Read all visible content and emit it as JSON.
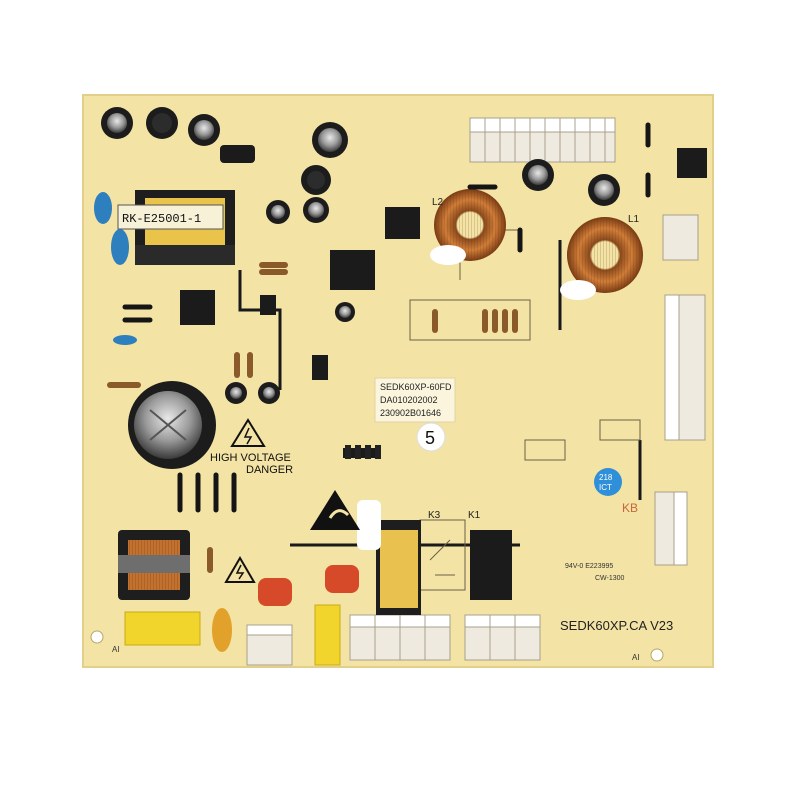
{
  "board": {
    "transformer_label": "RK-E25001-1",
    "part_line_1": "SEDK60XP-60FD",
    "part_line_2": "DA010202002",
    "part_line_3": "230902B01646",
    "number_sticker": "5",
    "model_text": "SEDK60XP.CA  V23",
    "warning_line_1": "HIGH VOLTAGE",
    "warning_line_2": "DANGER",
    "qc_sticker_1": "218",
    "qc_sticker_2": "ICT",
    "silkscreen_kb": "KB",
    "rating_text": "94V-0 E223995",
    "rating_text_2": "CW-1300",
    "ref_l1": "L1",
    "ref_l2": "L2",
    "ref_k1": "K1",
    "ref_k3": "K3",
    "corner_mark_left": "AI",
    "corner_mark_right": "AI"
  },
  "colors": {
    "background": "#ffffff",
    "pcb": "#f3e3a5",
    "trace": "#1a1a1a",
    "capacitor_body": "#1c1c1c",
    "connector": "#efeae0",
    "copper": "#c2712f",
    "fuse_red": "#d64a2a",
    "xcap_yellow": "#f1d42c",
    "ycap_blue": "#2d7fbd",
    "sticker_blue": "#2f90d9"
  },
  "icons": [
    "esd-warning-icon",
    "high-voltage-icon"
  ]
}
